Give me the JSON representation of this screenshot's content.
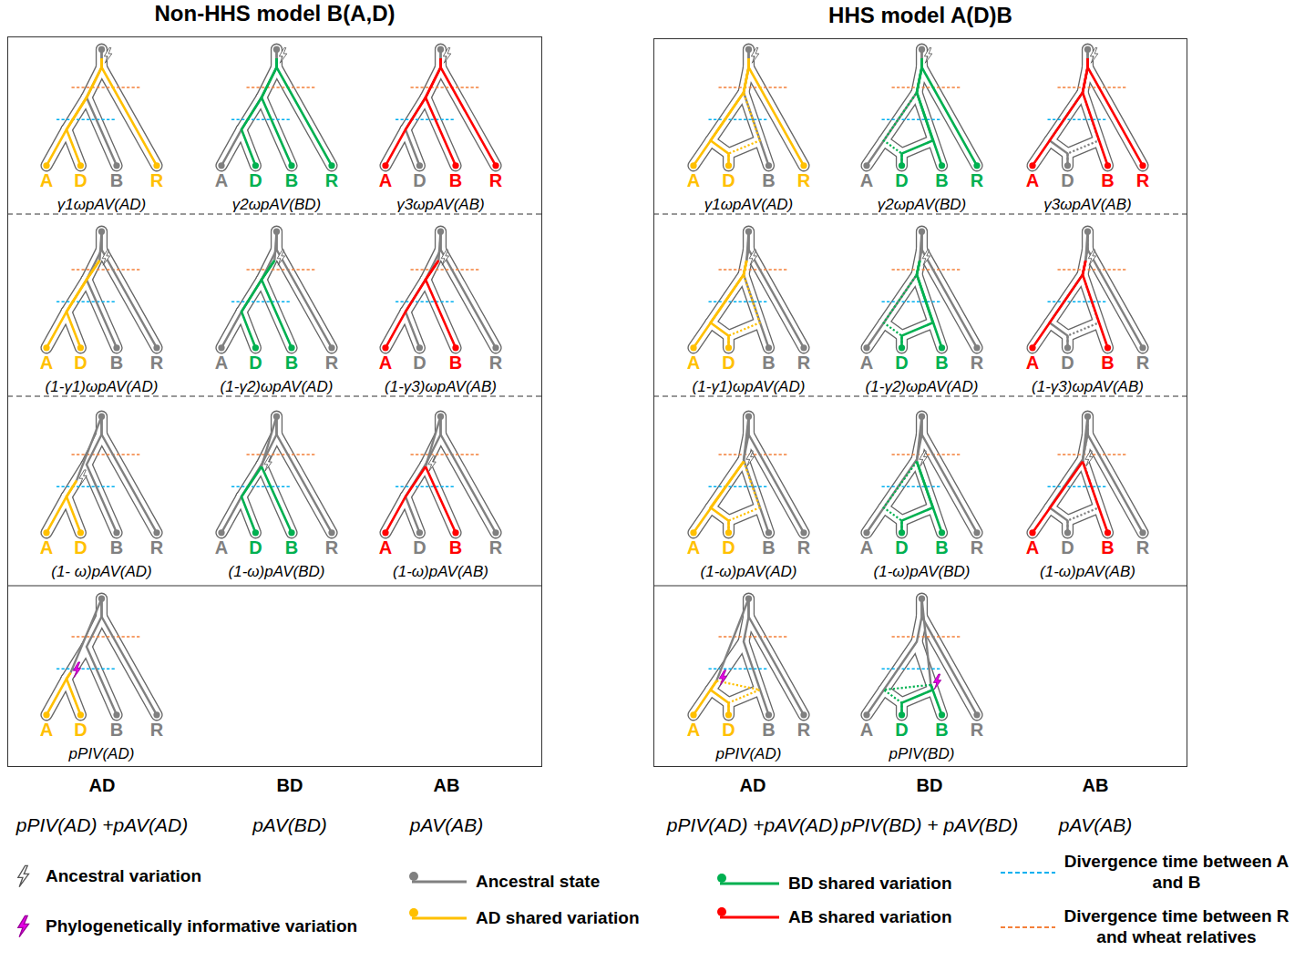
{
  "diagram": {
    "nodes": [
      {
        "text": [
          "Non-HHS model B(A,D)"
        ]
      },
      {
        "text": [
          "HHS model A(D)B"
        ]
      }
    ],
    "labels": [
      "A",
      "D",
      "B",
      "R",
      "γ1ωpAV(AD)",
      "A",
      "D",
      "B",
      "R",
      "γ2ωpAV(BD)",
      "A",
      "D",
      "B",
      "R",
      "γ3ωpAV(AB)",
      "A",
      "D",
      "B",
      "R",
      "(1-γ1)ωpAV(AD)",
      "A",
      "D",
      "B",
      "R",
      "(1-γ2)ωpAV(AD)",
      "A",
      "D",
      "B",
      "R",
      "(1-γ3)ωpAV(AB)",
      "A",
      "D",
      "B",
      "R",
      "(1- ω)pAV(AD)",
      "A",
      "D",
      "B",
      "R",
      "(1-ω)pAV(BD)",
      "A",
      "D",
      "B",
      "R",
      "(1-ω)pAV(AB)",
      "A",
      "D",
      "B",
      "R",
      "pPIV(AD)",
      "A",
      "D",
      "B",
      "R",
      "γ1ωpAV(AD)",
      "A",
      "D",
      "B",
      "R",
      "γ2ωpAV(BD)",
      "A",
      "D",
      "B",
      "R",
      "γ3ωpAV(AB)",
      "A",
      "D",
      "B",
      "R",
      "(1-γ1)ωpAV(AD)",
      "A",
      "D",
      "B",
      "R",
      "(1-γ2)ωpAV(AD)",
      "A",
      "D",
      "B",
      "R",
      "(1-γ3)ωpAV(AB)",
      "A",
      "D",
      "B",
      "R",
      "(1-ω)pAV(AD)",
      "A",
      "D",
      "B",
      "R",
      "(1-ω)pAV(BD)",
      "A",
      "D",
      "B",
      "R",
      "(1-ω)pAV(AB)",
      "A",
      "D",
      "B",
      "R",
      "pPIV(AD)",
      "A",
      "D",
      "B",
      "R",
      "pPIV(BD)",
      "AD",
      "BD",
      "AB",
      "pPIV(AD) +pAV(AD)",
      "pAV(BD)",
      "pAV(AB)",
      "AD",
      "BD",
      "AB",
      "pPIV(AD) +pAV(AD)",
      "pPIV(BD) + pAV(BD)",
      "pAV(AB)"
    ],
    "legend": [
      {
        "text": "Ancestral variation"
      },
      {
        "text": "Phylogenetically informative variation"
      },
      {
        "text": "Ancestral state",
        "color": "#808080"
      },
      {
        "text": "AD shared variation",
        "color": "#FFC000"
      },
      {
        "text": "BD shared variation",
        "color": "#00B050"
      },
      {
        "text": "AB shared variation",
        "color": "#FF0000"
      },
      {
        "text": "Divergence time between A and B",
        "color": "#00B0F0"
      },
      {
        "text": "Divergence time between R and wheat relatives",
        "color": "#F4803A"
      }
    ]
  }
}
